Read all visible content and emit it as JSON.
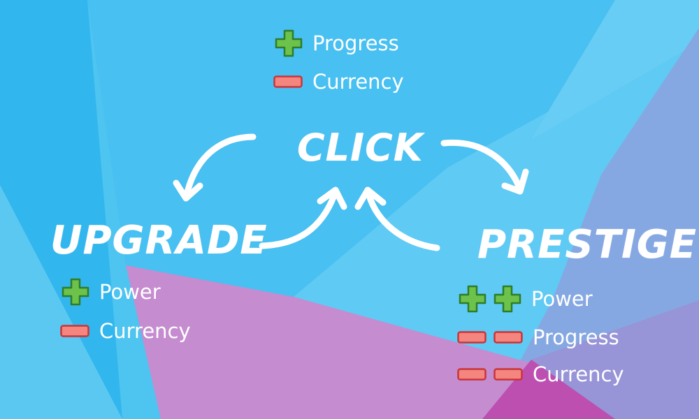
{
  "colors": {
    "sky": "#4ec4f0",
    "plus_fill": "#6cc24a",
    "plus_stroke": "#2e7d2a",
    "minus_fill": "#f5857f",
    "minus_stroke": "#c8353a",
    "purple": "#c38bcf",
    "lavender": "#8aa9e0"
  },
  "icons": [
    "plus-icon",
    "minus-icon",
    "curved-arrow-icon"
  ],
  "nodes": {
    "click": {
      "title": "CLICK",
      "effects": [
        {
          "sign": "plus",
          "count": 1,
          "label": "Progress"
        },
        {
          "sign": "minus",
          "count": 1,
          "label": "Currency"
        }
      ]
    },
    "upgrade": {
      "title": "UPGRADE",
      "effects": [
        {
          "sign": "plus",
          "count": 1,
          "label": "Power"
        },
        {
          "sign": "minus",
          "count": 1,
          "label": "Currency"
        }
      ]
    },
    "prestige": {
      "title": "PRESTIGE",
      "effects": [
        {
          "sign": "plus",
          "count": 2,
          "label": "Power"
        },
        {
          "sign": "minus",
          "count": 2,
          "label": "Progress"
        },
        {
          "sign": "minus",
          "count": 2,
          "label": "Currency"
        }
      ]
    }
  },
  "edges": [
    {
      "from": "click",
      "to": "upgrade"
    },
    {
      "from": "upgrade",
      "to": "click"
    },
    {
      "from": "click",
      "to": "prestige"
    },
    {
      "from": "prestige",
      "to": "click"
    }
  ]
}
